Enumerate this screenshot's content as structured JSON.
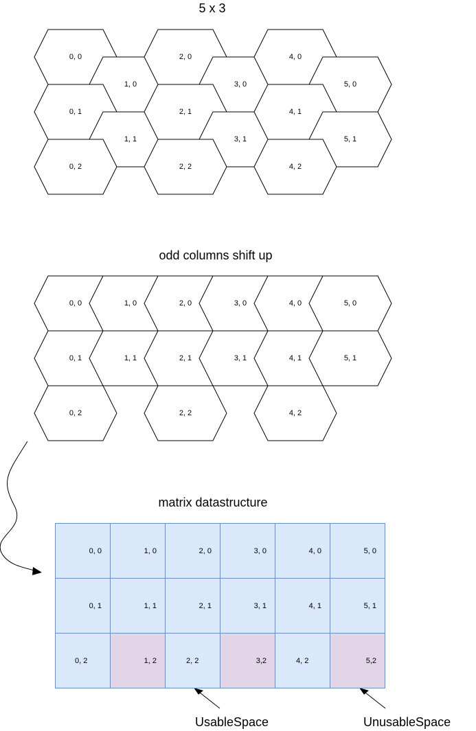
{
  "titles": {
    "top": "5 x 3",
    "middle": "odd columns shift up",
    "bottom": "matrix datastructure"
  },
  "hex_grid_top": [
    [
      "0, 0",
      "1, 0",
      "2, 0",
      "3, 0",
      "4, 0",
      "5, 0"
    ],
    [
      "0, 1",
      "1, 1",
      "2, 1",
      "3, 1",
      "4, 1",
      "5, 1"
    ],
    [
      "0, 2",
      "",
      "2, 2",
      "",
      "4, 2",
      ""
    ]
  ],
  "hex_grid_shifted": [
    [
      "0, 0",
      "1, 0",
      "2, 0",
      "3, 0",
      "4, 0",
      "5, 0"
    ],
    [
      "0, 1",
      "1, 1",
      "2, 1",
      "3, 1",
      "4, 1",
      "5, 1"
    ],
    [
      "0, 2",
      "",
      "2, 2",
      "",
      "4, 2",
      ""
    ]
  ],
  "matrix": {
    "rows": [
      [
        "0, 0",
        "1, 0",
        "2, 0",
        "3, 0",
        "4, 0",
        "5, 0"
      ],
      [
        "0, 1",
        "1, 1",
        "2, 1",
        "3, 1",
        "4, 1",
        "5, 1"
      ],
      [
        "0, 2",
        "1, 2",
        "2, 2",
        "3,2",
        "4, 2",
        "5,2"
      ]
    ],
    "usable_color": "#dae8fc",
    "unusable_color": "#e1d5e7",
    "border_color": "#6c8ebf",
    "unusable_cells": [
      "1, 2",
      "3,2",
      "5,2"
    ]
  },
  "annotations": {
    "usable": "UsableSpace",
    "unusable": "UnusableSpace"
  }
}
